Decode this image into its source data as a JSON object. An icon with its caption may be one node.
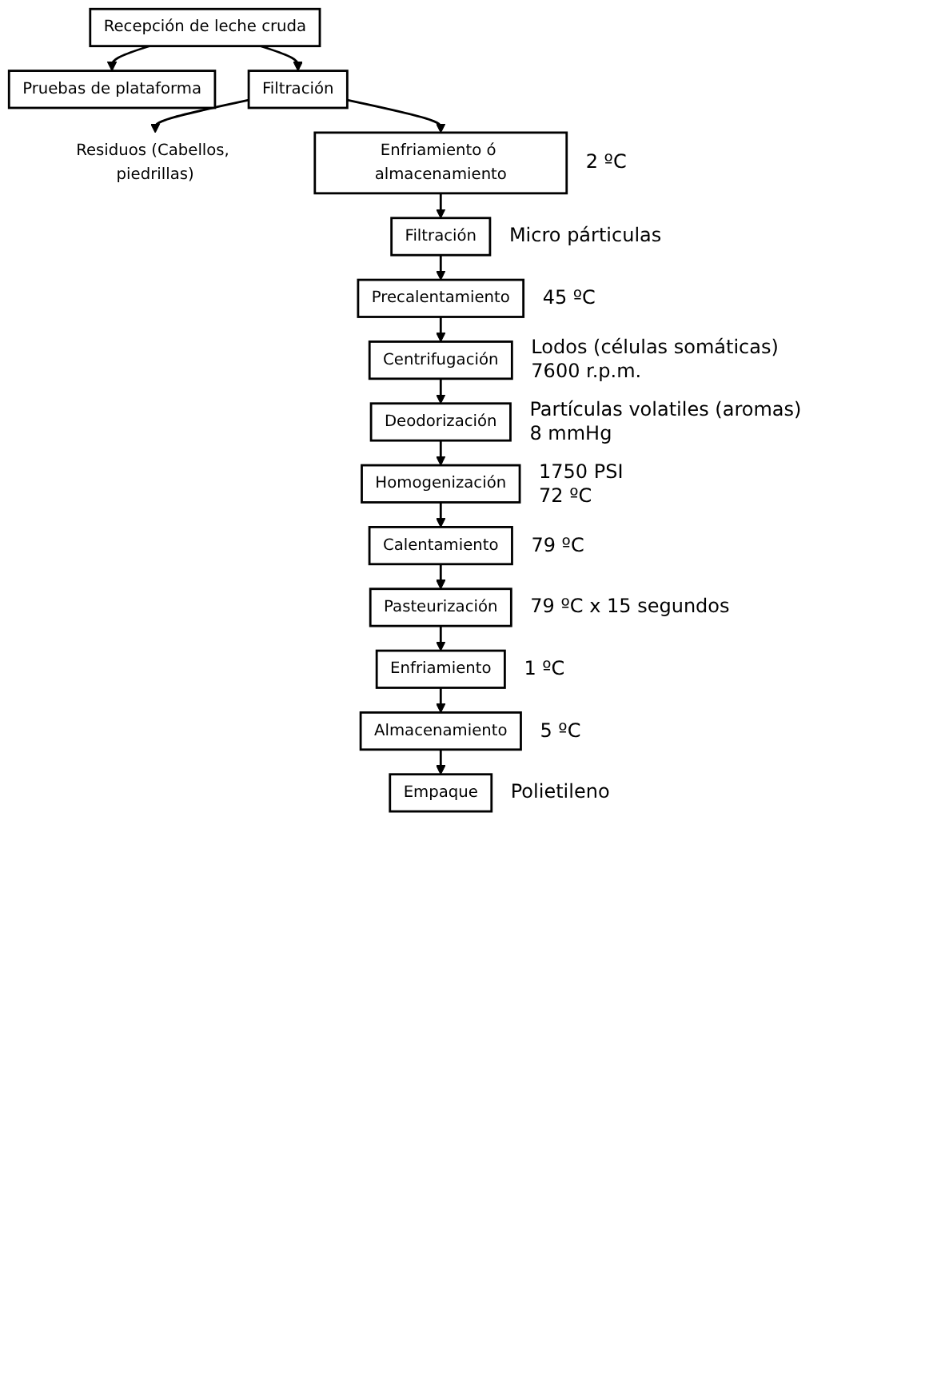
{
  "diagram": {
    "nodes": [
      {
        "text": [
          "Recepción de leche cruda"
        ]
      },
      {
        "text": [
          "Pruebas de plataforma"
        ]
      },
      {
        "text": [
          "Filtración"
        ]
      },
      {
        "text": [
          "Residuos (Cabellos, piedrillas)"
        ]
      },
      {
        "text": [
          "Enfriamiento ó almacenamiento"
        ],
        "beside": [
          "2 ºC"
        ]
      },
      {
        "text": [
          "Filtración"
        ],
        "beside": [
          "Micro párticulas"
        ]
      },
      {
        "text": [
          "Precalentamiento"
        ],
        "beside": [
          "45 ºC"
        ]
      },
      {
        "text": [
          "Centrifugación"
        ],
        "beside": [
          "Lodos (células somáticas)",
          "7600 r.p.m."
        ]
      },
      {
        "text": [
          "Deodorización"
        ],
        "beside": [
          "Partículas volatiles (aromas)",
          "8 mmHg"
        ]
      },
      {
        "text": [
          "Homogenización"
        ],
        "beside": [
          "1750 PSI",
          "72 ºC"
        ]
      },
      {
        "text": [
          "Calentamiento"
        ],
        "beside": [
          "79 ºC"
        ]
      },
      {
        "text": [
          "Pasteurización"
        ],
        "beside": [
          "79 ºC x 15 segundos"
        ]
      },
      {
        "text": [
          "Enfriamiento"
        ],
        "beside": [
          "1 ºC"
        ]
      },
      {
        "text": [
          "Almacenamiento"
        ],
        "beside": [
          "5 ºC"
        ]
      },
      {
        "text": [
          "Empaque"
        ],
        "beside": [
          "Polietileno"
        ]
      }
    ],
    "edges": [
      {
        "from": 0,
        "to": 1,
        "arrow": "to"
      },
      {
        "from": 0,
        "to": 2,
        "arrow": "to"
      },
      {
        "from": 2,
        "to": 3,
        "arrow": "to"
      },
      {
        "from": 2,
        "to": 4,
        "arrow": "to"
      },
      {
        "from": 4,
        "to": 5,
        "arrow": "to"
      },
      {
        "from": 5,
        "to": 6,
        "arrow": "to"
      },
      {
        "from": 6,
        "to": 7,
        "arrow": "to"
      },
      {
        "from": 7,
        "to": 8,
        "arrow": "to"
      },
      {
        "from": 8,
        "to": 9,
        "arrow": "to"
      },
      {
        "from": 9,
        "to": 10,
        "arrow": "to"
      },
      {
        "from": 10,
        "to": 11,
        "arrow": "to"
      },
      {
        "from": 11,
        "to": 12,
        "arrow": "to"
      },
      {
        "from": 12,
        "to": 13,
        "arrow": "to"
      },
      {
        "from": 13,
        "to": 14,
        "arrow": "to"
      }
    ]
  }
}
